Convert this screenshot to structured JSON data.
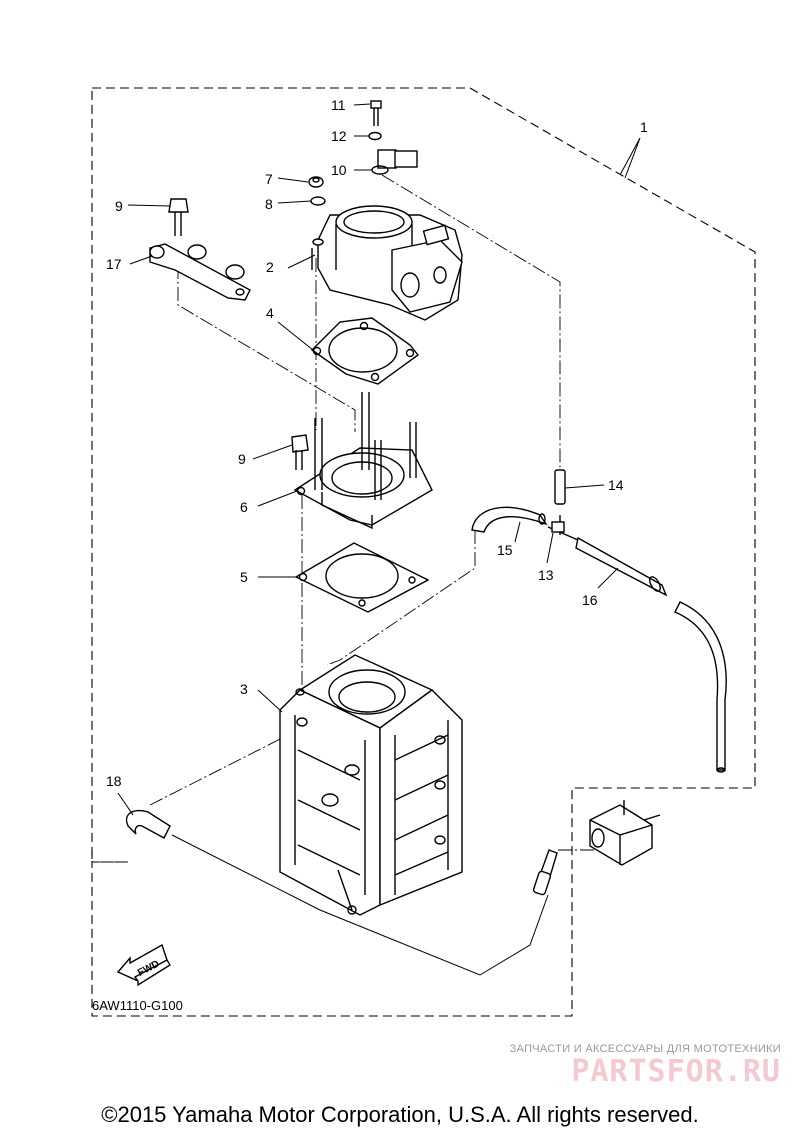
{
  "diagram": {
    "callouts": {
      "p1": "1",
      "p2": "2",
      "p3": "3",
      "p4": "4",
      "p5": "5",
      "p6": "6",
      "p7": "7",
      "p8": "8",
      "p9a": "9",
      "p9b": "9",
      "p10": "10",
      "p11": "11",
      "p12": "12",
      "p13": "13",
      "p14": "14",
      "p15": "15",
      "p16": "16",
      "p17": "17",
      "p18": "18"
    },
    "fwd_label": "FWD",
    "ref_code": "6AW1110-G100"
  },
  "watermark": {
    "line1": "ЗАПЧАСТИ И АКСЕССУАРЫ ДЛЯ МОТОТЕХНИКИ",
    "line2": "PARTSFOR.RU"
  },
  "copyright": "©2015 Yamaha Motor Corporation, U.S.A. All rights reserved.",
  "colors": {
    "line": "#000000",
    "watermark_text": "#9a9a9a",
    "watermark_logo": "#f4c9cf"
  },
  "icons": [
    "fwd-arrow-icon",
    "partsfor-logo"
  ]
}
